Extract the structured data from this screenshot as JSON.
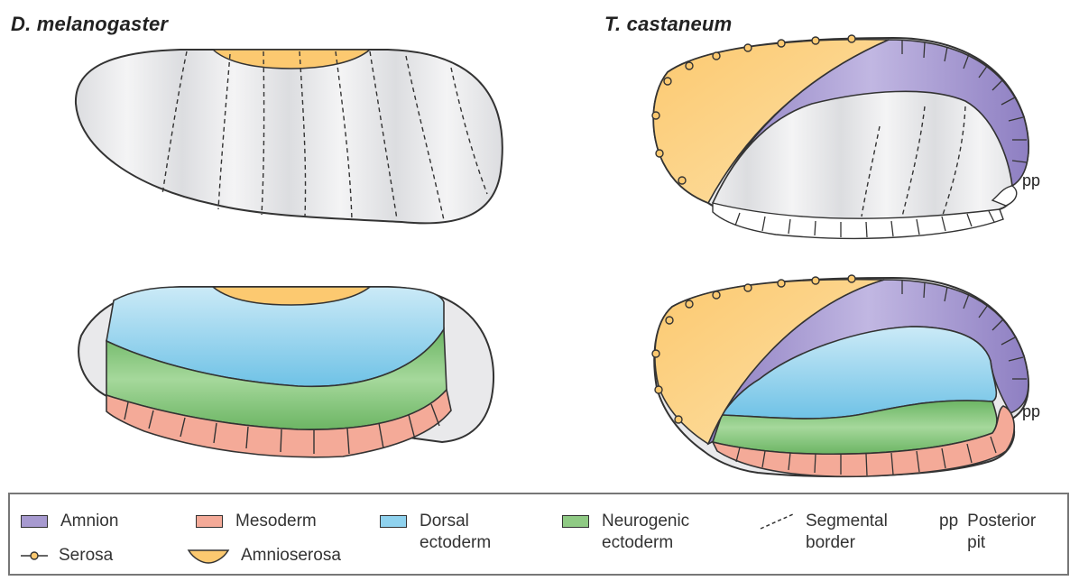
{
  "titles": {
    "left": "D. melanogaster",
    "right": "T. castaneum"
  },
  "labels": {
    "pp_top": "pp",
    "pp_bottom": "pp"
  },
  "colors": {
    "amnion": "#a79ad0",
    "mesoderm": "#f4aa98",
    "dorsal_ectoderm": "#8fd2ee",
    "neurogenic_ectoderm": "#8fca84",
    "amnioserosa": "#fbd38a",
    "serosa": "#fbd38a",
    "embryo": "#eaeaec"
  },
  "legend": {
    "amnion": "Amnion",
    "mesoderm": "Mesoderm",
    "dorsal_ectoderm": "Dorsal\nectoderm",
    "neurogenic_ectoderm": "Neurogenic\nectoderm",
    "segmental_border": "Segmental\nborder",
    "posterior_pit_key": "pp",
    "posterior_pit": "Posterior\npit",
    "serosa": "Serosa",
    "amnioserosa": "Amnioserosa"
  }
}
